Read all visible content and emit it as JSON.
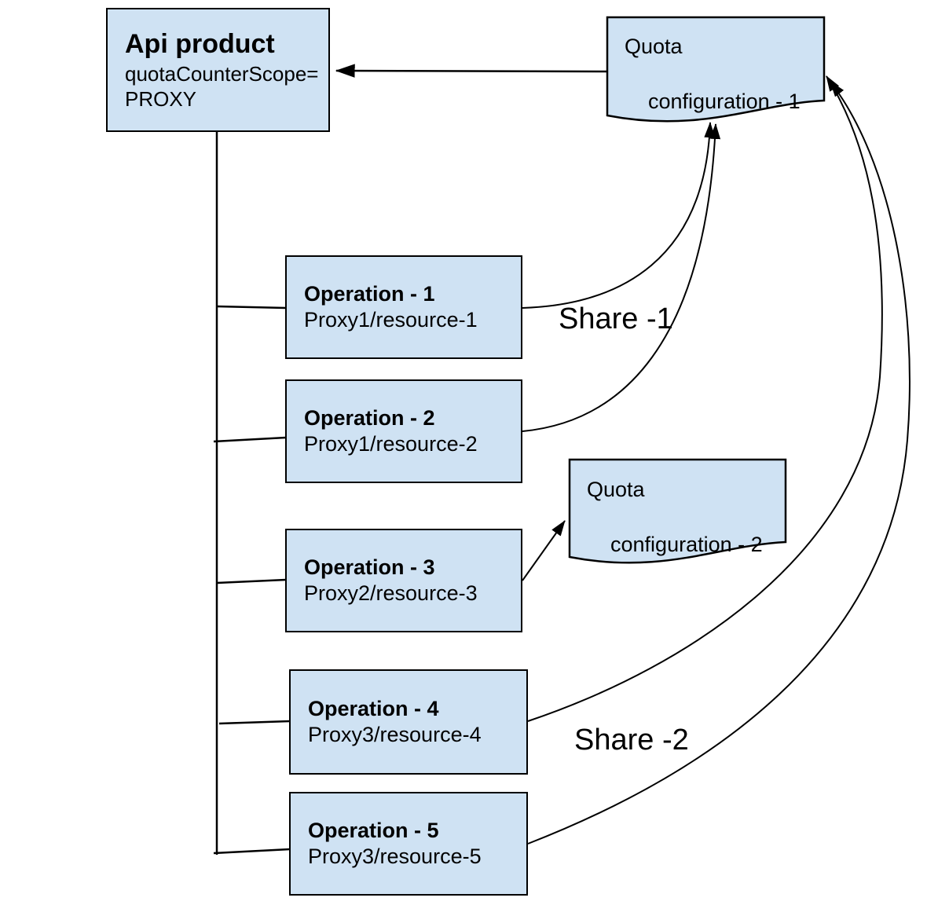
{
  "colors": {
    "node_fill": "#cfe2f3",
    "node_border": "#000000",
    "connector": "#000000",
    "background": "#ffffff"
  },
  "api_product": {
    "title": "Api product",
    "attr_line1": "quotaCounterScope=",
    "attr_line2": "PROXY"
  },
  "quota_configs": [
    {
      "line1": "Quota",
      "line2": "configuration - 1"
    },
    {
      "line1": "Quota",
      "line2": "configuration - 2"
    }
  ],
  "operations": [
    {
      "title": "Operation - 1",
      "path": "Proxy1/resource-1"
    },
    {
      "title": "Operation - 2",
      "path": "Proxy1/resource-2"
    },
    {
      "title": "Operation - 3",
      "path": "Proxy2/resource-3"
    },
    {
      "title": "Operation - 4",
      "path": "Proxy3/resource-4"
    },
    {
      "title": "Operation - 5",
      "path": "Proxy3/resource-5"
    }
  ],
  "share_labels": {
    "share_1": "Share -1",
    "share_2": "Share -2"
  }
}
